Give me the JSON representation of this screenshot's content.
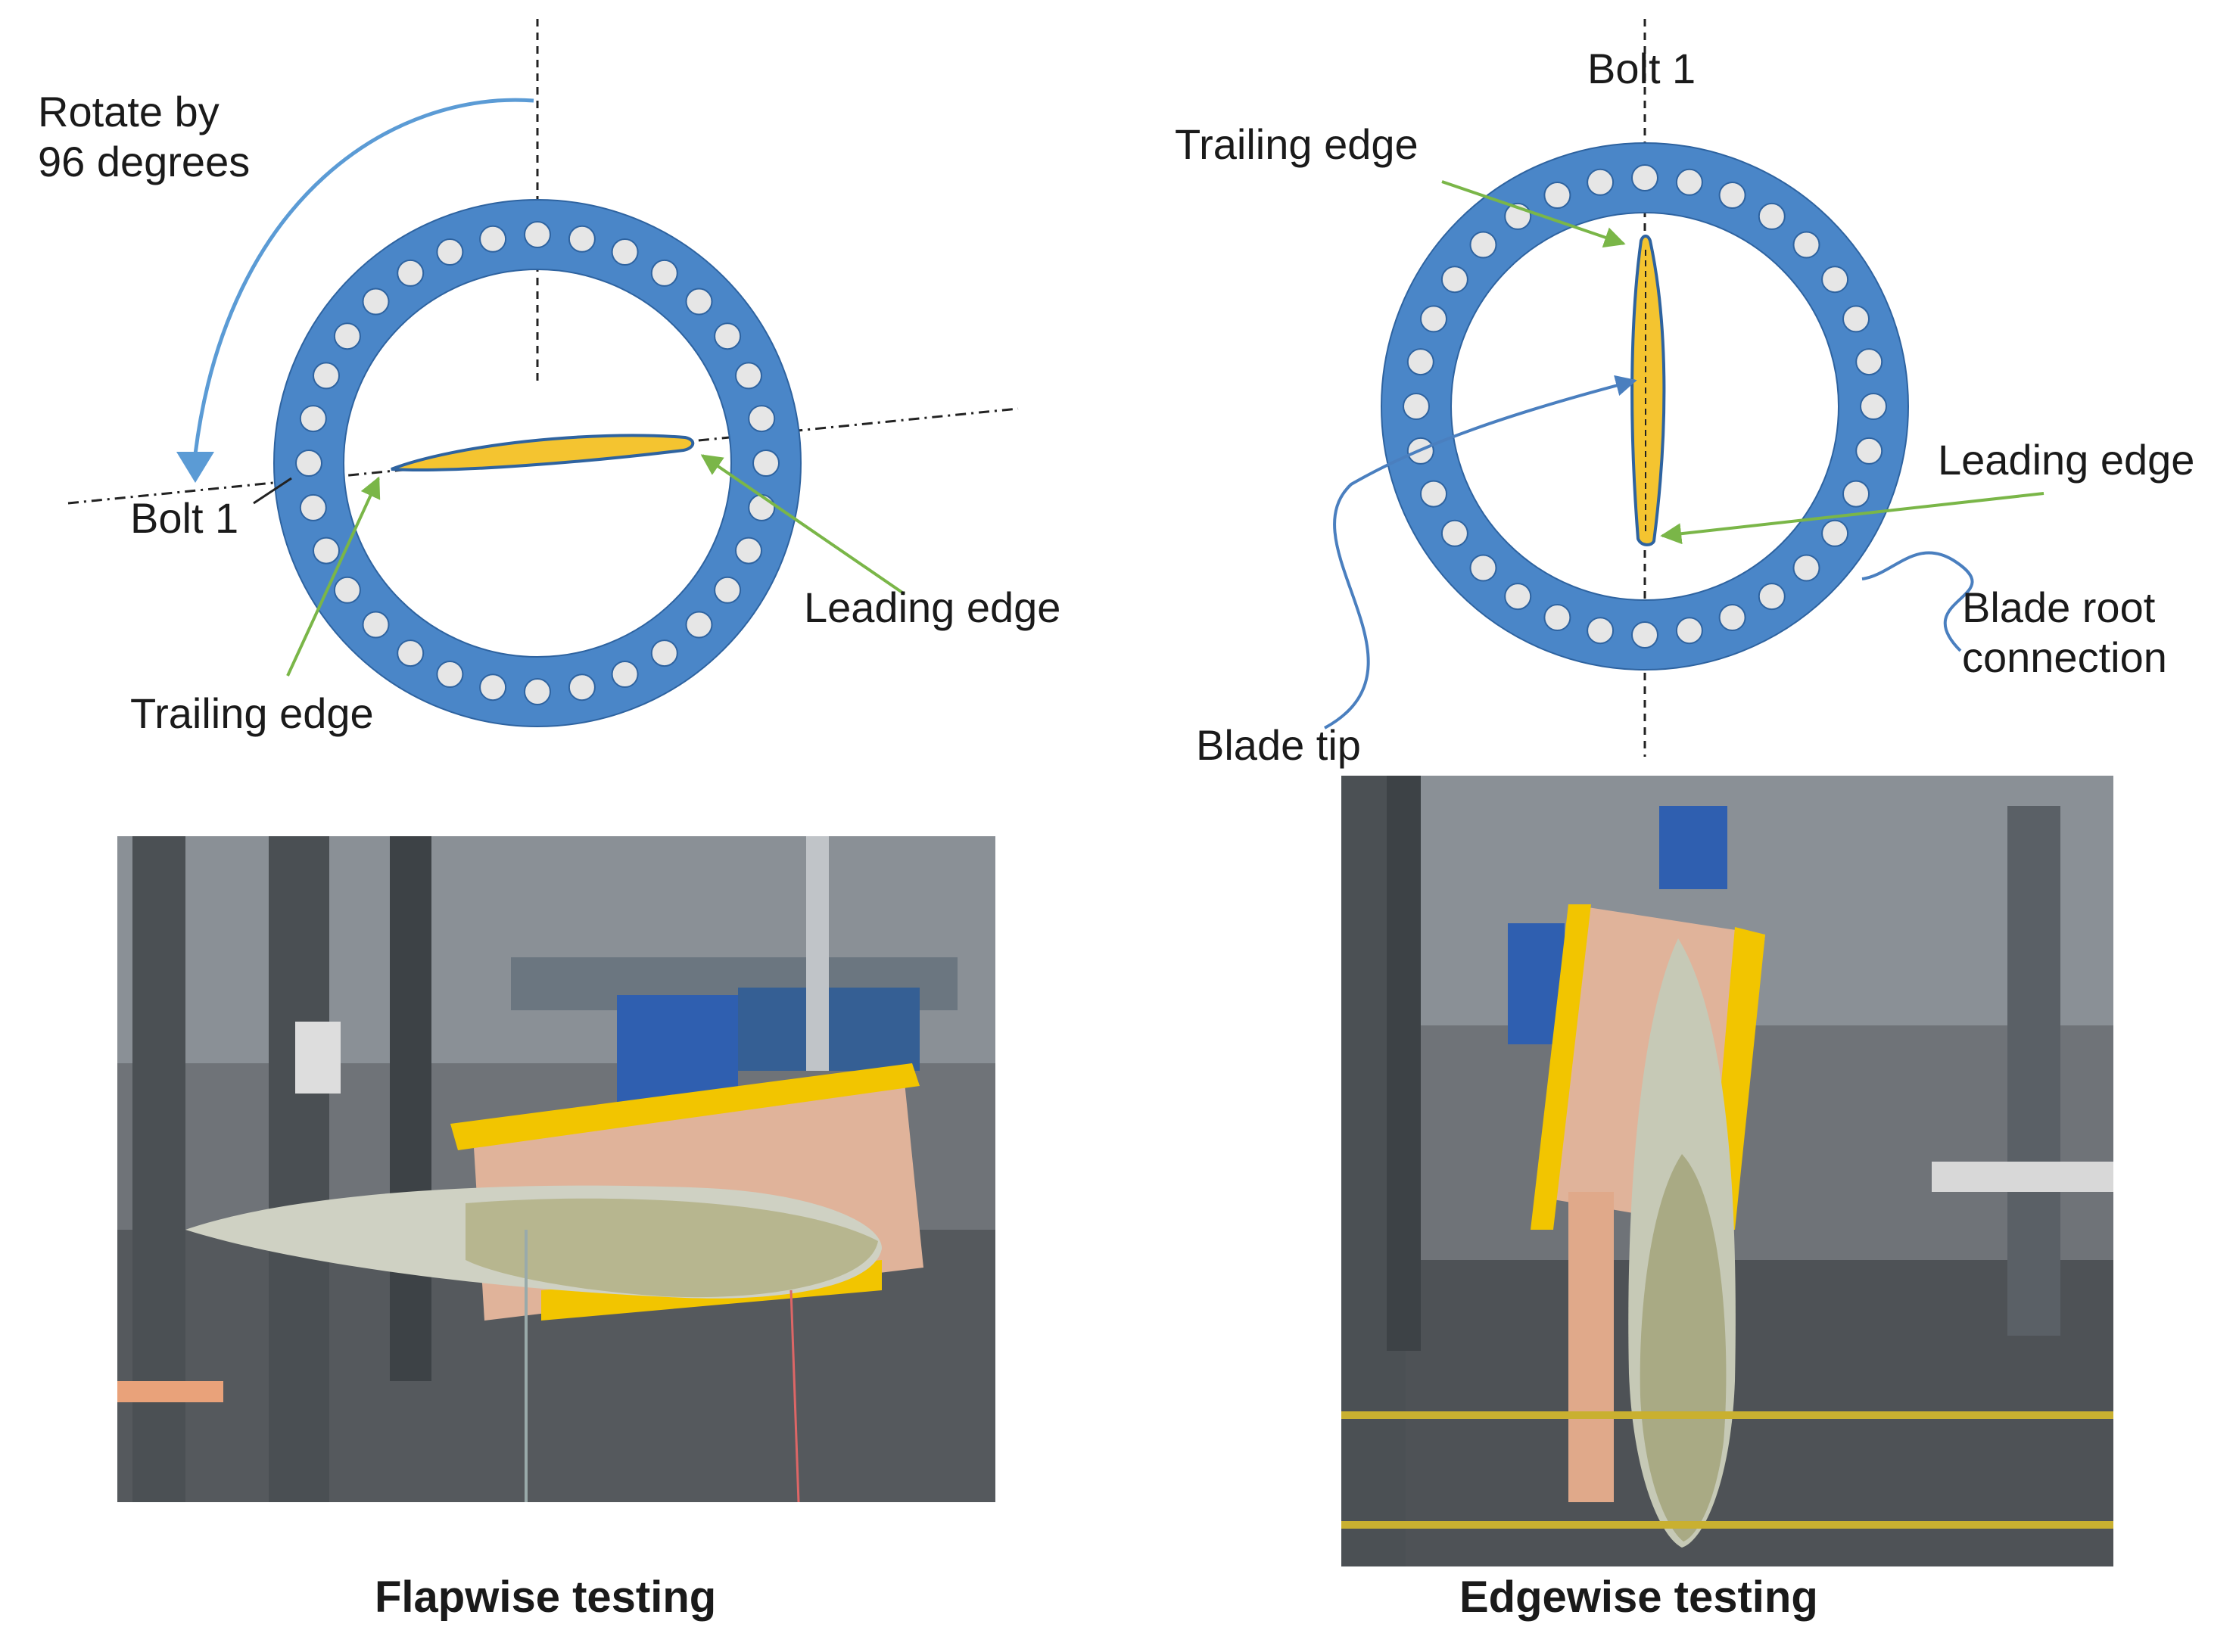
{
  "colors": {
    "ring": "#4a86c8",
    "ring_edge": "#2e63a0",
    "bolt": "#e6e6e6",
    "airfoil": "#f4c430",
    "pointer_green": "#7ab648",
    "pointer_blue": "#4a7fbf",
    "rotate_arrow": "#5b9bd5",
    "frame_yellow": "#f2c500",
    "plate_pink": "#e7b69d"
  },
  "left_diagram": {
    "rotation_label_line1": "Rotate by",
    "rotation_label_line2": "96 degrees",
    "bolt_label": "Bolt 1",
    "leading_edge_label": "Leading edge",
    "trailing_edge_label": "Trailing edge"
  },
  "right_diagram": {
    "bolt_label": "Bolt 1",
    "trailing_edge_label": "Trailing edge",
    "leading_edge_label": "Leading edge",
    "root_connection_line1": "Blade root",
    "root_connection_line2": "connection",
    "blade_tip_label": "Blade tip"
  },
  "photos": {
    "flapwise_caption": "Flapwise testing",
    "edgewise_caption": "Edgewise testing"
  },
  "icons": [
    "bolt-hole-icon",
    "rotation-arrow-icon"
  ]
}
